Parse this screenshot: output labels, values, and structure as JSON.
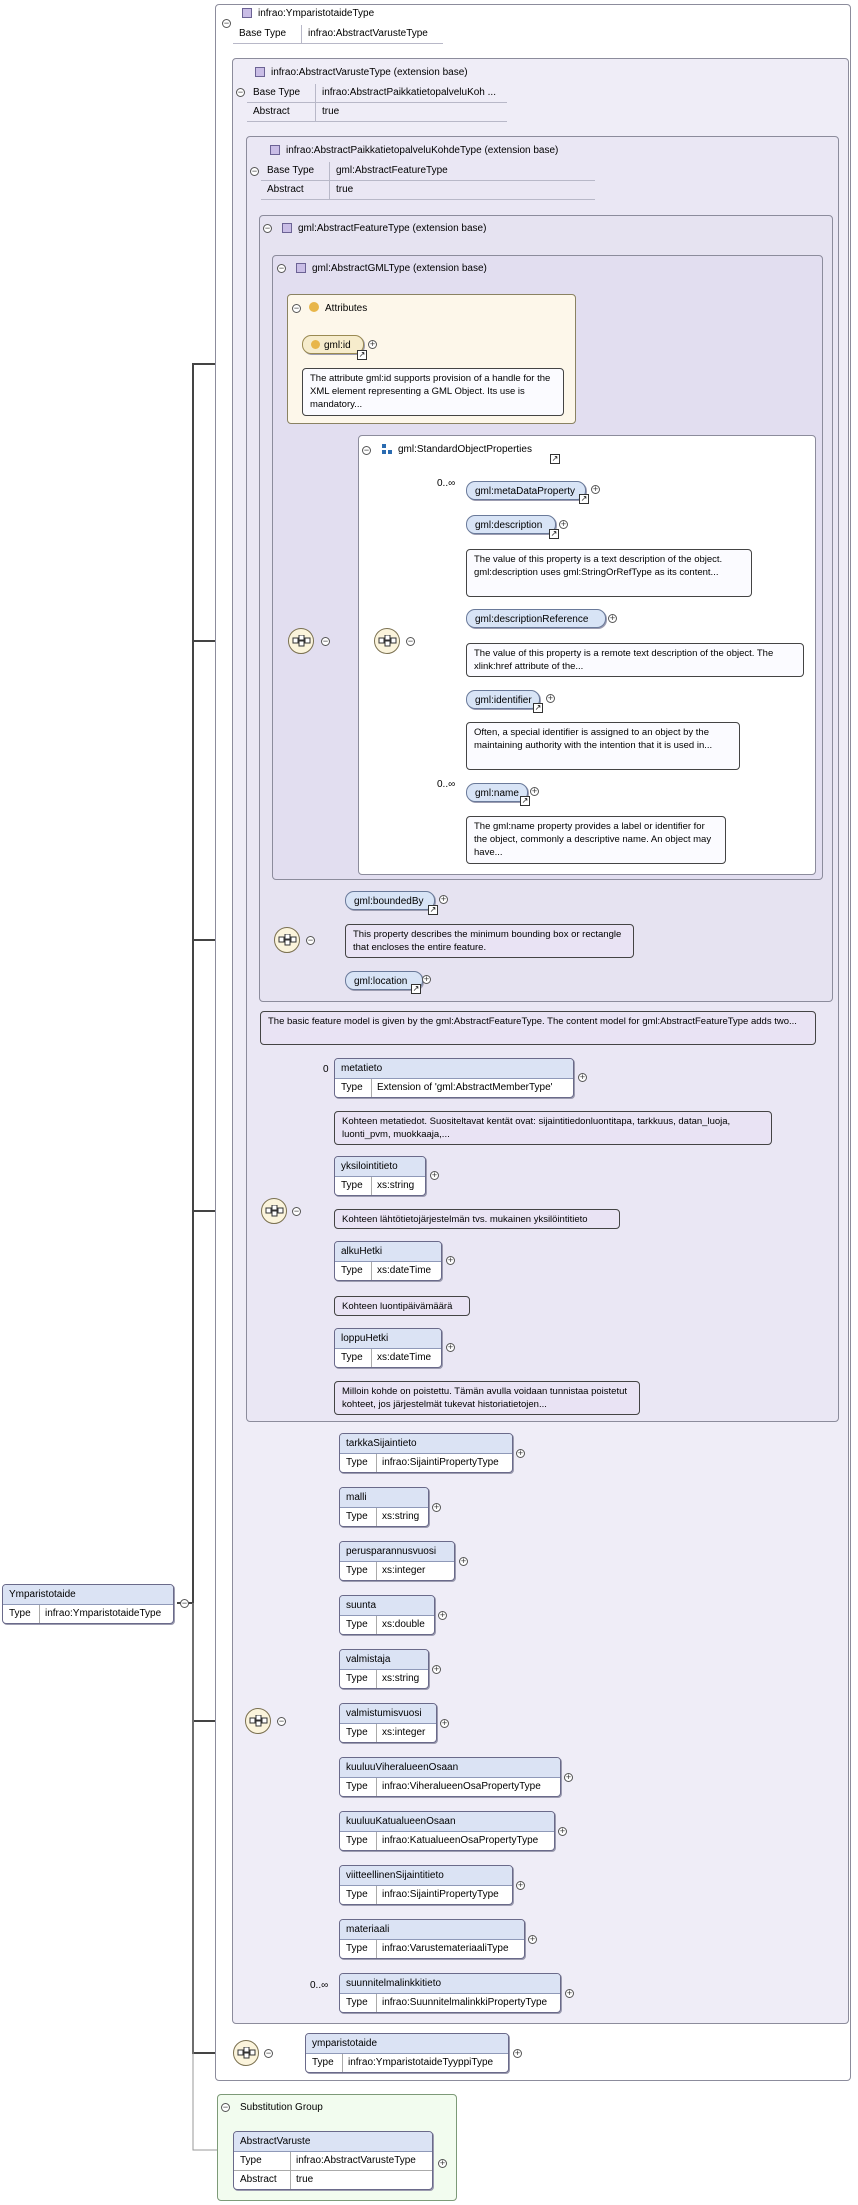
{
  "type": {
    "title": "infrao:YmparistotaideType",
    "base_type_label": "Base Type",
    "base_type_value": "infrao:AbstractVarusteType"
  },
  "varuste": {
    "title": "infrao:AbstractVarusteType (extension base)",
    "base_type_label": "Base Type",
    "base_type_value": "infrao:AbstractPaikkatietopalveluKoh ...",
    "abstract_label": "Abstract",
    "abstract_value": "true"
  },
  "paikka": {
    "title": "infrao:AbstractPaikkatietopalveluKohdeType (extension base)",
    "base_type_label": "Base Type",
    "base_type_value": "gml:AbstractFeatureType",
    "abstract_label": "Abstract",
    "abstract_value": "true"
  },
  "feature": {
    "title": "gml:AbstractFeatureType (extension base)"
  },
  "gmltype": {
    "title": "gml:AbstractGMLType (extension base)"
  },
  "attributes": {
    "title": "Attributes",
    "gml_id": "gml:id",
    "gml_id_doc": "The attribute gml:id supports provision of a handle for the XML element representing a GML Object. Its use is mandatory..."
  },
  "sop": {
    "title": "gml:StandardObjectProperties",
    "items": [
      {
        "name": "gml:metaDataProperty",
        "card": "0..∞",
        "doc": ""
      },
      {
        "name": "gml:description",
        "card": "",
        "doc": "The value of this property is a text description of the object. gml:description uses gml:StringOrRefType as its content..."
      },
      {
        "name": "gml:descriptionReference",
        "card": "",
        "doc": "The value of this property is a remote text description of the object. The xlink:href attribute of the..."
      },
      {
        "name": "gml:identifier",
        "card": "",
        "doc": "Often, a special identifier is assigned to an object by the maintaining authority with the intention that it is used in..."
      },
      {
        "name": "gml:name",
        "card": "0..∞",
        "doc": "The gml:name property provides a label or identifier for the object, commonly a descriptive name. An object may have..."
      }
    ]
  },
  "feature_seq": {
    "bounded_by": "gml:boundedBy",
    "bounded_by_doc": "This property describes the minimum bounding box or rectangle that encloses the entire feature.",
    "location": "gml:location"
  },
  "feature_doc": "The basic feature model is given by the gml:AbstractFeatureType. The content model for gml:AbstractFeatureType adds two...",
  "type_label": "Type",
  "paikka_seq": [
    {
      "name": "metatieto",
      "type": "Extension of 'gml:AbstractMemberType'",
      "card": "0",
      "doc": "Kohteen metatiedot. Suositeltavat kentät ovat: sijaintitiedonluontitapa, tarkkuus, datan_luoja, luonti_pvm, muokkaaja,..."
    },
    {
      "name": "yksilointitieto",
      "type": "xs:string",
      "card": "",
      "doc": "Kohteen lähtötietojärjestelmän tvs. mukainen yksilöintitieto"
    },
    {
      "name": "alkuHetki",
      "type": "xs:dateTime",
      "card": "",
      "doc": "Kohteen luontipäivämäärä"
    },
    {
      "name": "loppuHetki",
      "type": "xs:dateTime",
      "card": "",
      "doc": "Milloin kohde on poistettu. Tämän avulla voidaan tunnistaa poistetut kohteet, jos järjestelmät tukevat historiatietojen..."
    }
  ],
  "varuste_seq": [
    {
      "name": "tarkkaSijaintieto",
      "type": "infrao:SijaintiPropertyType",
      "card": ""
    },
    {
      "name": "malli",
      "type": "xs:string",
      "card": ""
    },
    {
      "name": "perusparannusvuosi",
      "type": "xs:integer",
      "card": ""
    },
    {
      "name": "suunta",
      "type": "xs:double",
      "card": ""
    },
    {
      "name": "valmistaja",
      "type": "xs:string",
      "card": ""
    },
    {
      "name": "valmistumisvuosi",
      "type": "xs:integer",
      "card": ""
    },
    {
      "name": "kuuluuViheralueenOsaan",
      "type": "infrao:ViheralueenOsaPropertyType",
      "card": ""
    },
    {
      "name": "kuuluuKatualueenOsaan",
      "type": "infrao:KatualueenOsaPropertyType",
      "card": ""
    },
    {
      "name": "viitteellinenSijaintitieto",
      "type": "infrao:SijaintiPropertyType",
      "card": ""
    },
    {
      "name": "materiaali",
      "type": "infrao:VarustemateriaaliType",
      "card": ""
    },
    {
      "name": "suunnitelmalinkkitieto",
      "type": "infrao:SuunnitelmalinkkiPropertyType",
      "card": "0..∞"
    }
  ],
  "ympel": {
    "name": "ymparistotaide",
    "type": "infrao:YmparistotaideTyyppiType"
  },
  "root": {
    "name": "Ymparistotaide",
    "type": "infrao:YmparistotaideType"
  },
  "subst": {
    "title": "Substitution Group",
    "name": "AbstractVaruste",
    "type": "infrao:AbstractVarusteType",
    "abstract_label": "Abstract",
    "abstract_value": "true"
  }
}
